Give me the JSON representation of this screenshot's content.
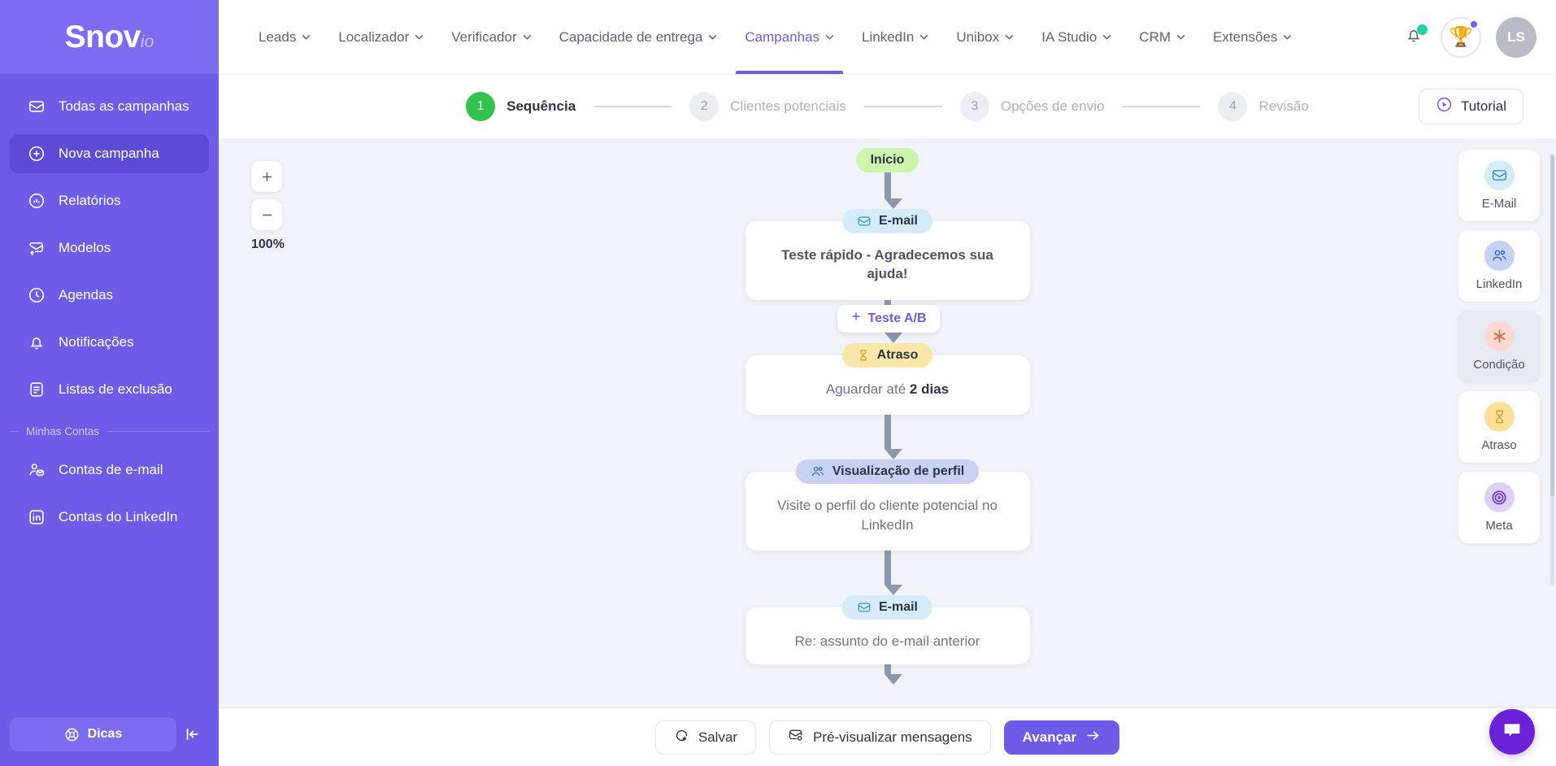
{
  "sidebar": {
    "logo": {
      "name": "Snov",
      "suffix": "io"
    },
    "items": [
      {
        "label": "Todas as campanhas",
        "icon": "envelope-icon",
        "active": false
      },
      {
        "label": "Nova campanha",
        "icon": "plus-circle-icon",
        "active": true
      },
      {
        "label": "Relatórios",
        "icon": "chart-circle-icon",
        "active": false
      },
      {
        "label": "Modelos",
        "icon": "envelope-up-icon",
        "active": false
      },
      {
        "label": "Agendas",
        "icon": "clock-icon",
        "active": false
      },
      {
        "label": "Notificações",
        "icon": "bell-icon",
        "active": false
      },
      {
        "label": "Listas de exclusão",
        "icon": "list-doc-icon",
        "active": false
      }
    ],
    "section_label": "Minhas Contas",
    "account_items": [
      {
        "label": "Contas de e-mail",
        "icon": "user-envelope-icon"
      },
      {
        "label": "Contas do LinkedIn",
        "icon": "linkedin-box-icon"
      }
    ],
    "tips_label": "Dicas",
    "collapse_label": "collapse-sidebar"
  },
  "topnav": {
    "items": [
      {
        "label": "Leads",
        "active": false
      },
      {
        "label": "Localizador",
        "active": false
      },
      {
        "label": "Verificador",
        "active": false
      },
      {
        "label": "Capacidade de entrega",
        "active": false
      },
      {
        "label": "Campanhas",
        "active": true
      },
      {
        "label": "LinkedIn",
        "active": false
      },
      {
        "label": "Unibox",
        "active": false
      },
      {
        "label": "IA Studio",
        "active": false
      },
      {
        "label": "CRM",
        "active": false
      },
      {
        "label": "Extensões",
        "active": false
      }
    ],
    "avatar_initials": "LS",
    "trophy_icon": "trophy-icon",
    "bell_icon": "bell-icon"
  },
  "stepper": {
    "steps": [
      {
        "num": "1",
        "label": "Sequência",
        "state": "active"
      },
      {
        "num": "2",
        "label": "Clientes potenciais",
        "state": "pending"
      },
      {
        "num": "3",
        "label": "Opções de envio",
        "state": "pending"
      },
      {
        "num": "4",
        "label": "Revisão",
        "state": "pending"
      }
    ],
    "tutorial_label": "Tutorial"
  },
  "canvas": {
    "zoom_level": "100%",
    "zoom_in": "+",
    "zoom_out": "−",
    "ab_test_label": "Teste A/B",
    "nodes": [
      {
        "type": "start",
        "pill": "Início",
        "icon": null,
        "body": null
      },
      {
        "type": "email",
        "pill": "E-mail",
        "icon": "envelope-icon",
        "body": "Teste rápido - Agradecemos sua ajuda!"
      },
      {
        "type": "delay",
        "pill": "Atraso",
        "icon": "hourglass-icon",
        "body_prefix": "Aguardar até ",
        "body_bold": "2 dias"
      },
      {
        "type": "profile",
        "pill": "Visualização de perfil",
        "icon": "people-icon",
        "body": "Visite o perfil do cliente potencial no LinkedIn"
      },
      {
        "type": "email",
        "pill": "E-mail",
        "icon": "envelope-icon",
        "body": "Re: assunto do e-mail anterior"
      }
    ]
  },
  "rail": {
    "tools": [
      {
        "label": "E-Mail",
        "icon": "envelope-icon",
        "bg": "#d5ecfb",
        "fg": "#3b8ed0",
        "hover": false
      },
      {
        "label": "LinkedIn",
        "icon": "people-icon",
        "bg": "#c7d2f5",
        "fg": "#2f6ed6",
        "hover": false
      },
      {
        "label": "Condição",
        "icon": "asterisk-icon",
        "bg": "#fdd9d2",
        "fg": "#d4744f",
        "hover": true
      },
      {
        "label": "Atraso",
        "icon": "hourglass-icon",
        "bg": "#fbe09a",
        "fg": "#d99b21",
        "hover": false
      },
      {
        "label": "Meta",
        "icon": "target-icon",
        "bg": "#ddd1fa",
        "fg": "#6b35d6",
        "hover": false
      }
    ]
  },
  "bottombar": {
    "save_label": "Salvar",
    "preview_label": "Pré-visualizar mensagens",
    "next_label": "Avançar",
    "chat_icon": "chat-bubble-icon"
  },
  "colors": {
    "brand_purple": "#6c5ce7",
    "sidebar": "#6c5ce7",
    "active_green": "#32c24d",
    "canvas_bg": "#f0f3f9"
  }
}
